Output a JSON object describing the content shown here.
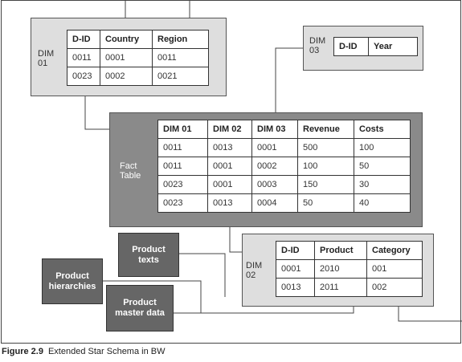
{
  "dim01": {
    "label": "DIM\n01",
    "headers": [
      "D-ID",
      "Country",
      "Region"
    ],
    "rows": [
      [
        "0011",
        "0001",
        "0011"
      ],
      [
        "0023",
        "0002",
        "0021"
      ]
    ]
  },
  "dim03": {
    "label": "DIM\n03",
    "headers": [
      "D-ID",
      "Year"
    ],
    "rows": []
  },
  "fact": {
    "label": "Fact\nTable",
    "headers": [
      "DIM 01",
      "DIM 02",
      "DIM 03",
      "Revenue",
      "Costs"
    ],
    "rows": [
      [
        "0011",
        "0013",
        "0001",
        "500",
        "100"
      ],
      [
        "0011",
        "0001",
        "0002",
        "100",
        "50"
      ],
      [
        "0023",
        "0001",
        "0003",
        "150",
        "30"
      ],
      [
        "0023",
        "0013",
        "0004",
        "50",
        "40"
      ]
    ]
  },
  "dim02": {
    "label": "DIM\n02",
    "headers": [
      "D-ID",
      "Product",
      "Category"
    ],
    "rows": [
      [
        "0001",
        "2010",
        "001"
      ],
      [
        "0013",
        "2011",
        "002"
      ]
    ]
  },
  "product_boxes": {
    "texts": "Product\ntexts",
    "hierarchies": "Product\nhierarchies",
    "master": "Product\nmaster data"
  },
  "caption": {
    "number": "Figure 2.9",
    "text": "Extended Star Schema in BW"
  }
}
